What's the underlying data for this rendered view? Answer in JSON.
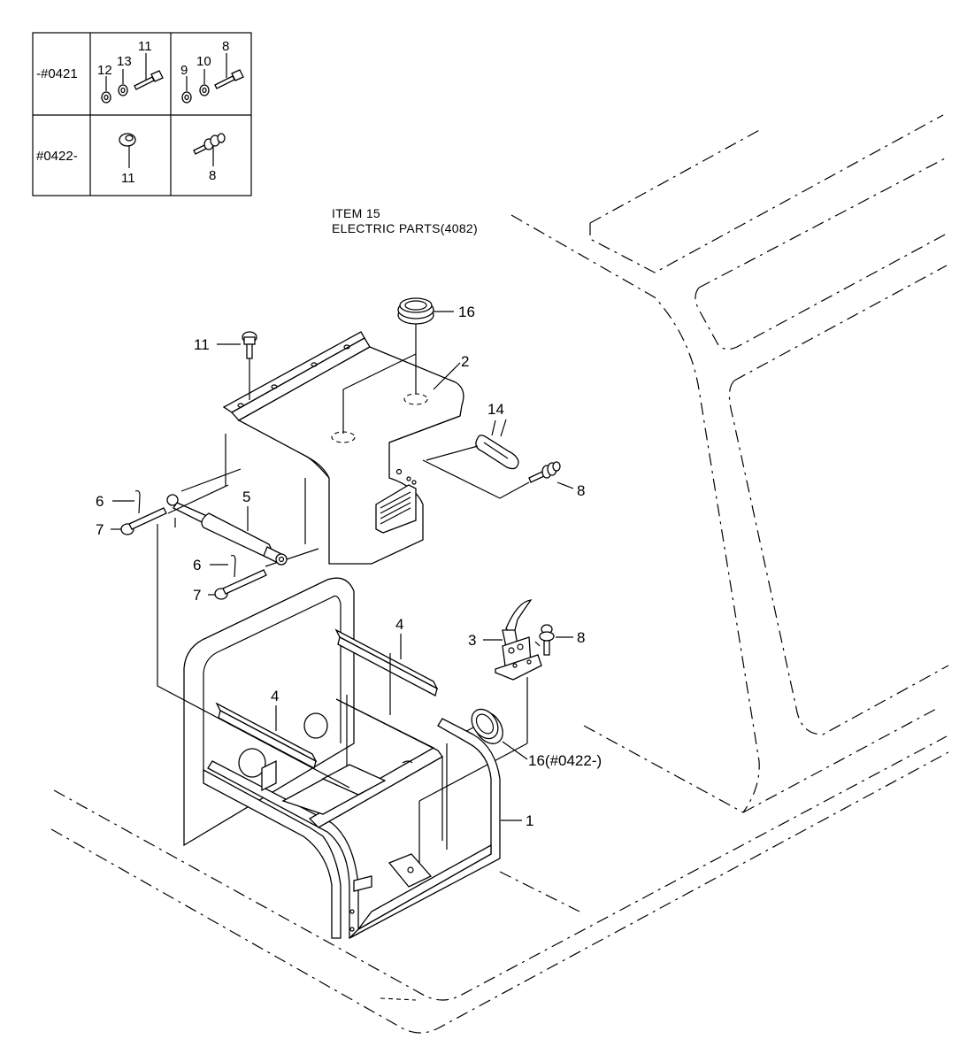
{
  "table": {
    "rows": [
      {
        "label": "-#0421",
        "left_callouts": [
          "12",
          "13",
          "11"
        ],
        "right_callouts": [
          "9",
          "10",
          "8"
        ]
      },
      {
        "label": "#0422-",
        "left_callouts": [
          "11"
        ],
        "right_callouts": [
          "8"
        ]
      }
    ]
  },
  "note": {
    "line1": "ITEM 15",
    "line2": "ELECTRIC PARTS(4082)"
  },
  "callouts": {
    "c16_top": "16",
    "c11": "11",
    "c2": "2",
    "c14": "14",
    "c8_right": "8",
    "c6_upper": "6",
    "c7_upper": "7",
    "c5": "5",
    "c6_lower": "6",
    "c7_lower": "7",
    "c4_right": "4",
    "c3": "3",
    "c8_latch": "8",
    "c4_left": "4",
    "c16_bottom": "16(#0422-)",
    "c1": "1"
  }
}
